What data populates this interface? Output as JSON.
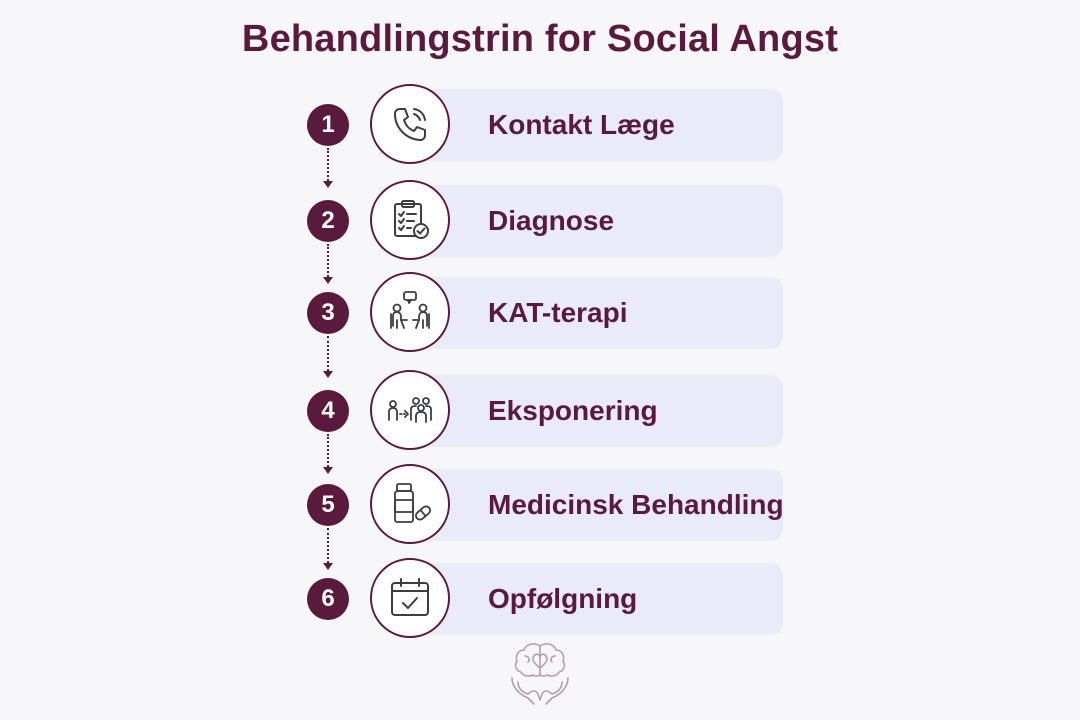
{
  "title": "Behandlingstrin for Social Angst",
  "colors": {
    "primary": "#5a1a3e",
    "bar": "#e9ecf8",
    "background": "#f7f7f9",
    "icon_stroke": "#3c3c46",
    "logo": "#b89ab0"
  },
  "steps": [
    {
      "number": "1",
      "label": "Kontakt Læge",
      "icon": "phone-icon"
    },
    {
      "number": "2",
      "label": "Diagnose",
      "icon": "clipboard-check-icon"
    },
    {
      "number": "3",
      "label": "KAT-terapi",
      "icon": "therapy-session-icon"
    },
    {
      "number": "4",
      "label": "Eksponering",
      "icon": "person-to-group-icon"
    },
    {
      "number": "5",
      "label": "Medicinsk Behandling",
      "icon": "medicine-bottle-icon"
    },
    {
      "number": "6",
      "label": "Opfølgning",
      "icon": "calendar-check-icon"
    }
  ],
  "footer": {
    "icon": "brain-heart-hands-logo"
  }
}
